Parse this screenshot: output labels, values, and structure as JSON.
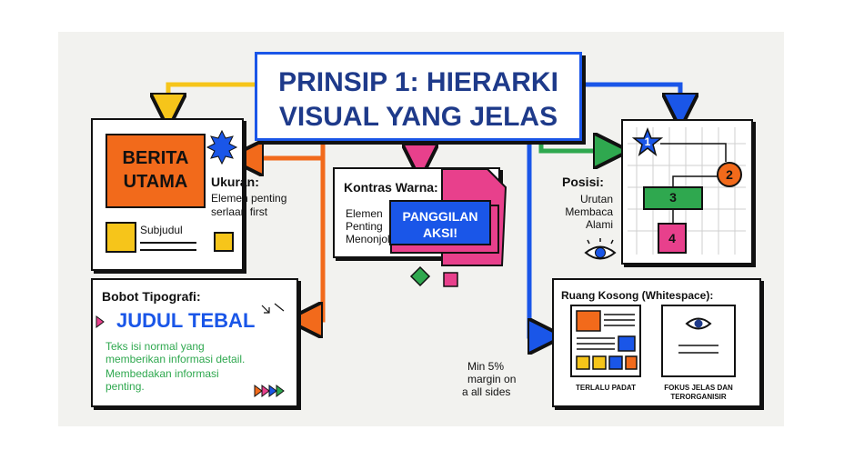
{
  "title": {
    "line1": "PRINSIP 1: HIERARKI",
    "line2": "VISUAL YANG JELAS"
  },
  "size_card": {
    "headline_line1": "BERITA",
    "headline_line2": "UTAMA",
    "subheading": "Subjudul",
    "label": "Ukuran:",
    "desc_line1": "Elemen penting",
    "desc_line2": "serlaan first"
  },
  "contrast_card": {
    "label": "Kontras Warna:",
    "desc_line1": "Elemen",
    "desc_line2": "Penting",
    "desc_line3": "Menonjol",
    "cta_line1": "PANGGILAN",
    "cta_line2": "AKSI!"
  },
  "position_card": {
    "label": "Posisi:",
    "desc_line1": "Urutan",
    "desc_line2": "Membaca",
    "desc_line3": "Alami",
    "steps": [
      "1",
      "2",
      "3",
      "4"
    ]
  },
  "typography_card": {
    "label": "Bobot Tipografi:",
    "headline": "JUDUL TEBAL",
    "body_line1": "Teks isi normal yang",
    "body_line2": "memberikan informasi detail.",
    "body_line3": "Membedakan informasi",
    "body_line4": "penting."
  },
  "margin_note": {
    "line1": "Min 5%",
    "line2": "margin on",
    "line3": "a all sides"
  },
  "whitespace_card": {
    "label": "Ruang Kosong (Whitespace):",
    "bad_caption": "TERLALU PADAT",
    "good_caption_line1": "FOKUS JELAS DAN",
    "good_caption_line2": "TERORGANISIR"
  },
  "colors": {
    "orange": "#f26a1b",
    "yellow": "#f6c51a",
    "blue": "#1a56e8",
    "green": "#2fa84f",
    "pink": "#e8408c",
    "navy": "#1e3a8a"
  }
}
